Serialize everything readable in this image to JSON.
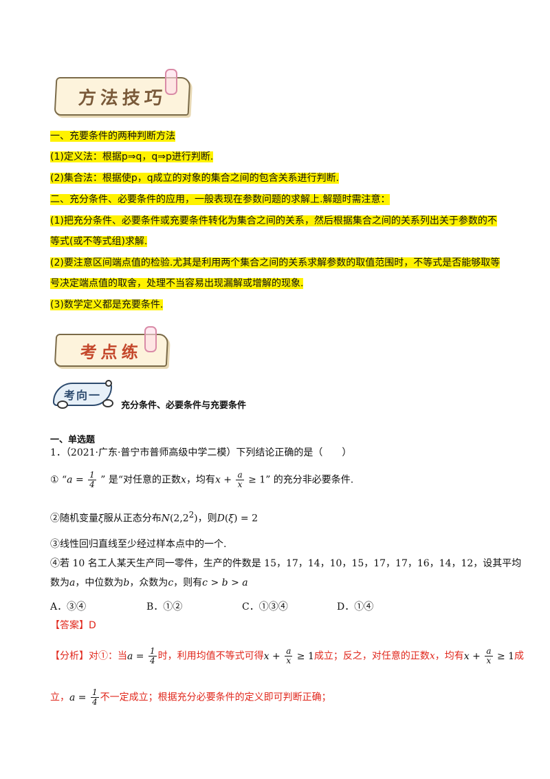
{
  "banners": {
    "method": "方法技巧",
    "practice": "考点练",
    "direction": "考向一"
  },
  "method_lines": [
    "一、充要条件的两种判断方法",
    "(1)定义法：根据p⇒q，q⇒p进行判断.",
    "(2)集合法：根据使p，q成立的对象的集合之间的包含关系进行判断.",
    "二、充分条件、必要条件的应用，一般表现在参数问题的求解上.解题时需注意：",
    "(1)把充分条件、必要条件或充要条件转化为集合之间的关系，然后根据集合之间的关系列出关于参数的不",
    "等式(或不等式组)求解.",
    "(2)要注意区间端点值的检验.尤其是利用两个集合之间的关系求解参数的取值范围时，不等式是否能够取等",
    "号决定端点值的取舍，处理不当容易出现漏解或增解的现象.",
    "(3)数学定义都是充要条件."
  ],
  "direction_title": "充分条件、必要条件与充要条件",
  "section_title": "一、单选题",
  "question": {
    "stem": "1．（2021·广东·普宁市普师高级中学二模）下列结论正确的是（　　）",
    "s1_a": "①  “",
    "s1_b": "” 是“对任意的正数",
    "s1_c": "，均有",
    "s1_d": "” 的充分非必要条件.",
    "s2_a": "②随机变量",
    "s2_b": "服从正态分布",
    "s2_c": "，则",
    "s3": "③线性回归直线至少经过样本点中的一个.",
    "s4_line1": "④若 10 名工人某天生产同一零件，生产的件数是 15，17，14，10，15，17，17，16，14，12，设其平均",
    "s4_line2_a": "数为",
    "s4_line2_b": "，中位数为",
    "s4_line2_c": "，众数为",
    "s4_line2_d": "，则有"
  },
  "choices": [
    "A．③④",
    "B．①②",
    "C．①③④",
    "D．①④"
  ],
  "answer_label": "【答案】",
  "answer_value": "D",
  "analysis": {
    "label": "【分析】",
    "p1": "对①：当",
    "p2": "时，利用均值不等式可得",
    "p3": "成立；反之，对任意的正数",
    "p4": "，均有",
    "p5": "成",
    "p6": "立，",
    "p7": "不一定成立；根据充分必要条件的定义即可判断正确；"
  },
  "colors": {
    "highlight": "#fff200",
    "answer_red": "#e0261b"
  }
}
